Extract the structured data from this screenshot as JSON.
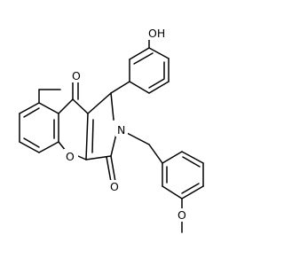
{
  "molecule": {
    "labels": {
      "hydroxyl": "OH",
      "ketone_top": "O",
      "ketone_right": "O",
      "ring_oxygen": "O",
      "nitrogen": "N",
      "methoxy": "O"
    },
    "colors": {
      "bond": "#000000",
      "background": "#ffffff",
      "text": "#000000"
    }
  }
}
